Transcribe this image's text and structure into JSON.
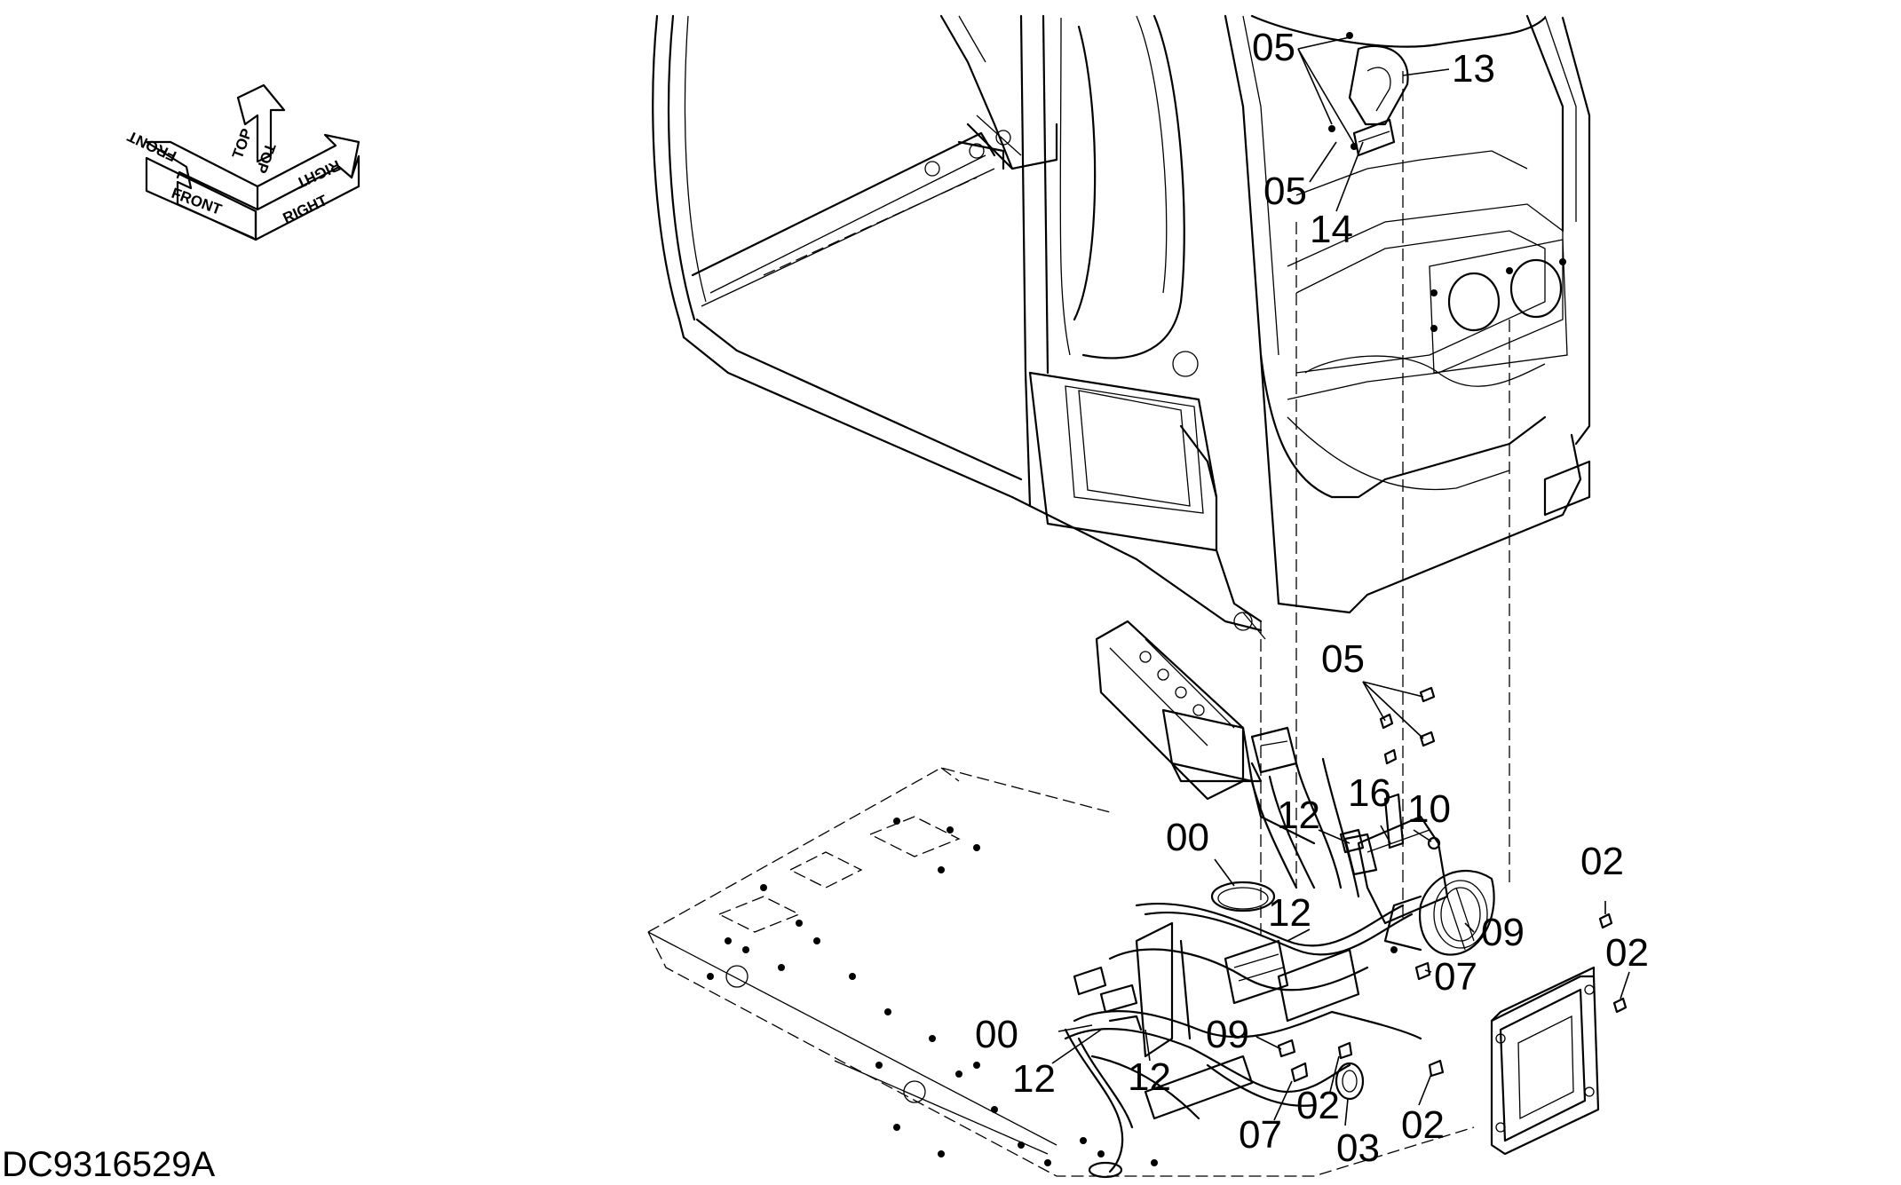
{
  "diagram": {
    "document_id": "DC9316529A",
    "orientation_labels": {
      "front": "FRONT",
      "top": "TOP",
      "right": "RIGHT"
    },
    "callouts": [
      {
        "id": "c-05-a",
        "text": "05"
      },
      {
        "id": "c-13",
        "text": "13"
      },
      {
        "id": "c-05-b",
        "text": "05"
      },
      {
        "id": "c-14",
        "text": "14"
      },
      {
        "id": "c-05-c",
        "text": "05"
      },
      {
        "id": "c-12-a",
        "text": "12"
      },
      {
        "id": "c-16",
        "text": "16"
      },
      {
        "id": "c-10",
        "text": "10"
      },
      {
        "id": "c-00-a",
        "text": "00"
      },
      {
        "id": "c-02-a",
        "text": "02"
      },
      {
        "id": "c-12-b",
        "text": "12"
      },
      {
        "id": "c-09-a",
        "text": "09"
      },
      {
        "id": "c-02-b",
        "text": "02"
      },
      {
        "id": "c-07-a",
        "text": "07"
      },
      {
        "id": "c-00-b",
        "text": "00"
      },
      {
        "id": "c-09-b",
        "text": "09"
      },
      {
        "id": "c-12-c",
        "text": "12"
      },
      {
        "id": "c-12-d",
        "text": "12"
      },
      {
        "id": "c-02-c",
        "text": "02"
      },
      {
        "id": "c-02-d",
        "text": "02"
      },
      {
        "id": "c-07-b",
        "text": "07"
      },
      {
        "id": "c-03",
        "text": "03"
      }
    ]
  }
}
